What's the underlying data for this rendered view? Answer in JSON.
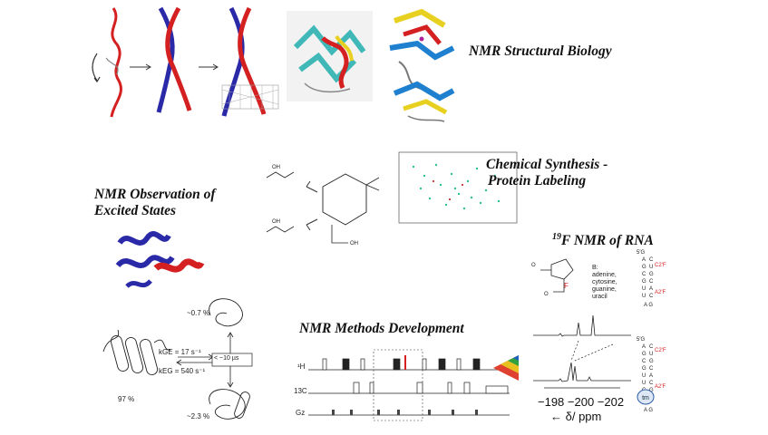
{
  "headings": {
    "structural_biology": "NMR Structural Biology",
    "chemical_synthesis_line1": "Chemical Synthesis -",
    "chemical_synthesis_line2": "Protein Labeling",
    "excited_states_line1": "NMR Observation of",
    "excited_states_line2": "Excited States",
    "rna_superscript": "19",
    "rna_rest": "F NMR of RNA",
    "methods": "NMR Methods Development"
  },
  "exchange_scheme": {
    "ground_pct": "97 %",
    "excited_upper_pct": "~0.7 %",
    "excited_lower_pct": "~2.3 %",
    "k_ge": "kGE = 17 s⁻¹",
    "k_eg": "kEG = 540 s⁻¹",
    "timescale": "< ~10 µs"
  },
  "rna_panel": {
    "nucleobases": [
      "B:",
      "adenine,",
      "cytosine,",
      "guanine,",
      "uracil"
    ],
    "fluorine_label": "F",
    "axis_ticks": "−198 −200 −202",
    "axis_label": "← δ/ ppm",
    "tm_label": "tm"
  },
  "pulse_sequence": {
    "channels": [
      "¹H",
      "13C",
      "Gz"
    ]
  },
  "colors": {
    "helix_red": "#d42020",
    "helix_blue": "#2a2aa8",
    "sheet_cyan": "#40b8b8",
    "sheet_yellow": "#e8d020",
    "sheet_blue": "#2080d0",
    "peak_green": "#30c090"
  }
}
